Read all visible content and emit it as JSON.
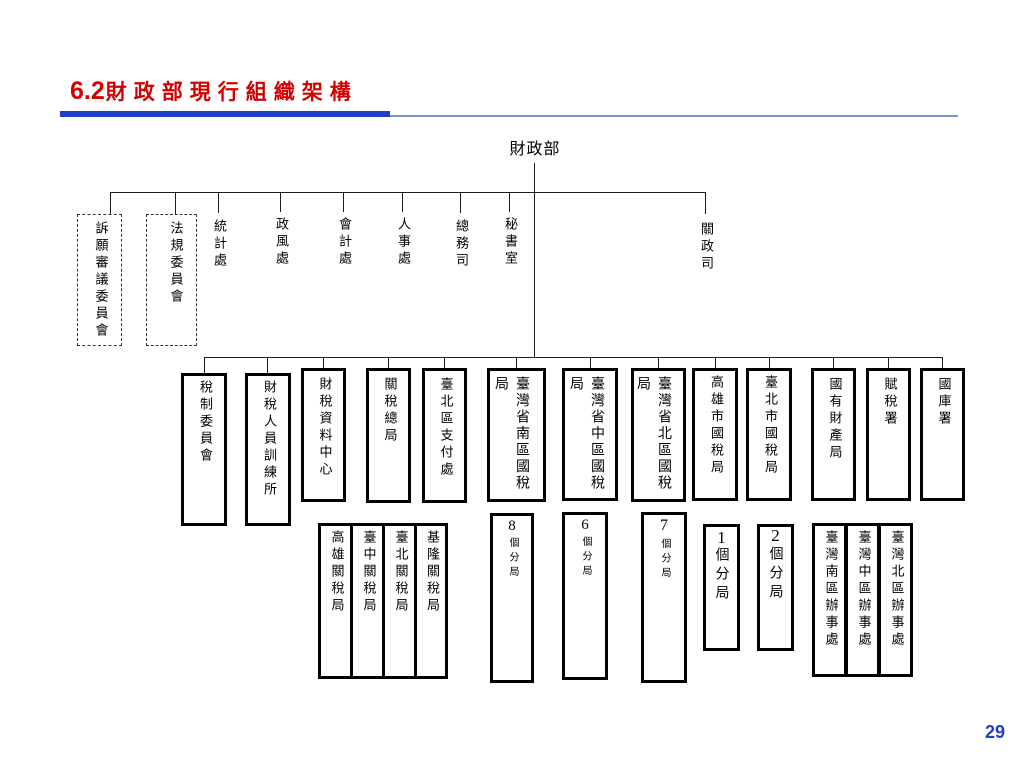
{
  "title": {
    "number": "6.2",
    "text": "財政部現行組織架構"
  },
  "theme": {
    "title_color": "#d40000",
    "accent_color": "#1f3fc6"
  },
  "org": {
    "root": "財政部",
    "staff_units": [
      "訴願審議委員會",
      "法規委員會",
      "統計處",
      "政風處",
      "會計處",
      "人事處",
      "總務司",
      "秘書室",
      "關政司"
    ],
    "agencies": [
      {
        "name": "稅制委員會"
      },
      {
        "name": "財稅人員訓練所"
      },
      {
        "name": "財稅資料中心"
      },
      {
        "name": "關稅總局",
        "subunits": [
          "高雄關稅局",
          "臺中關稅局",
          "臺北關稅局",
          "基隆關稅局"
        ]
      },
      {
        "name": "臺北區支付處"
      },
      {
        "name": "臺灣省南區國稅局",
        "branches": {
          "count": "8",
          "unit": "個分局"
        }
      },
      {
        "name": "臺灣省中區國稅局",
        "branches": {
          "count": "6",
          "unit": "個分局"
        }
      },
      {
        "name": "臺灣省北區國稅局",
        "branches": {
          "count": "7",
          "unit": "個分局"
        }
      },
      {
        "name": "高雄市國稅局",
        "branches": {
          "count": "1",
          "unit": "個分局"
        }
      },
      {
        "name": "臺北市國稅局",
        "branches": {
          "count": "2",
          "unit": "個分局"
        }
      },
      {
        "name": "國有財產局",
        "subunits": [
          "臺灣南區辦事處",
          "臺灣中區辦事處",
          "臺灣北區辦事處"
        ]
      },
      {
        "name": "賦稅署"
      },
      {
        "name": "國庫署"
      }
    ]
  },
  "page_number": "29"
}
